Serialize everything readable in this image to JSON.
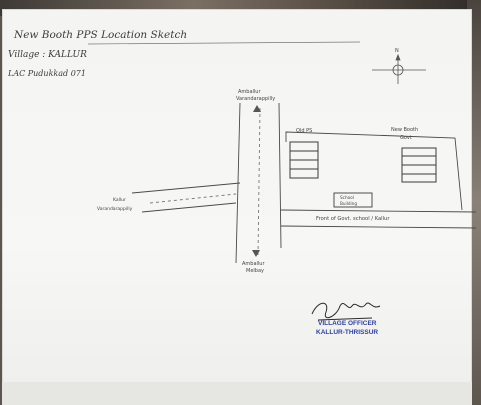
{
  "sheet": {
    "title": "New Booth PPS Location Sketch",
    "village_line": "Village : KALLUR",
    "lac_line": "LAC Pudukkad 071"
  },
  "map": {
    "compass_label": "N",
    "road_top_label": [
      "Amballur",
      "Varandarappilly"
    ],
    "road_bottom_label": [
      "Amballur",
      "Melbay"
    ],
    "road_left_label": [
      "Kallur",
      "Varandarappilly"
    ],
    "front_label": "Front of Govt. school / Kallur",
    "building_old_label": "Old PS",
    "building_new_label": [
      "New Booth",
      "Govt"
    ],
    "building_small_label": [
      "School",
      "Building"
    ]
  },
  "stamp": {
    "line1": "VILLAGE OFFICER",
    "line2": "KALLUR-THRISSUR"
  },
  "colors": {
    "paper": "#f5f5f3",
    "ink_pencil": "#3b3b3b",
    "stamp_ink": "#2f3fa8"
  }
}
